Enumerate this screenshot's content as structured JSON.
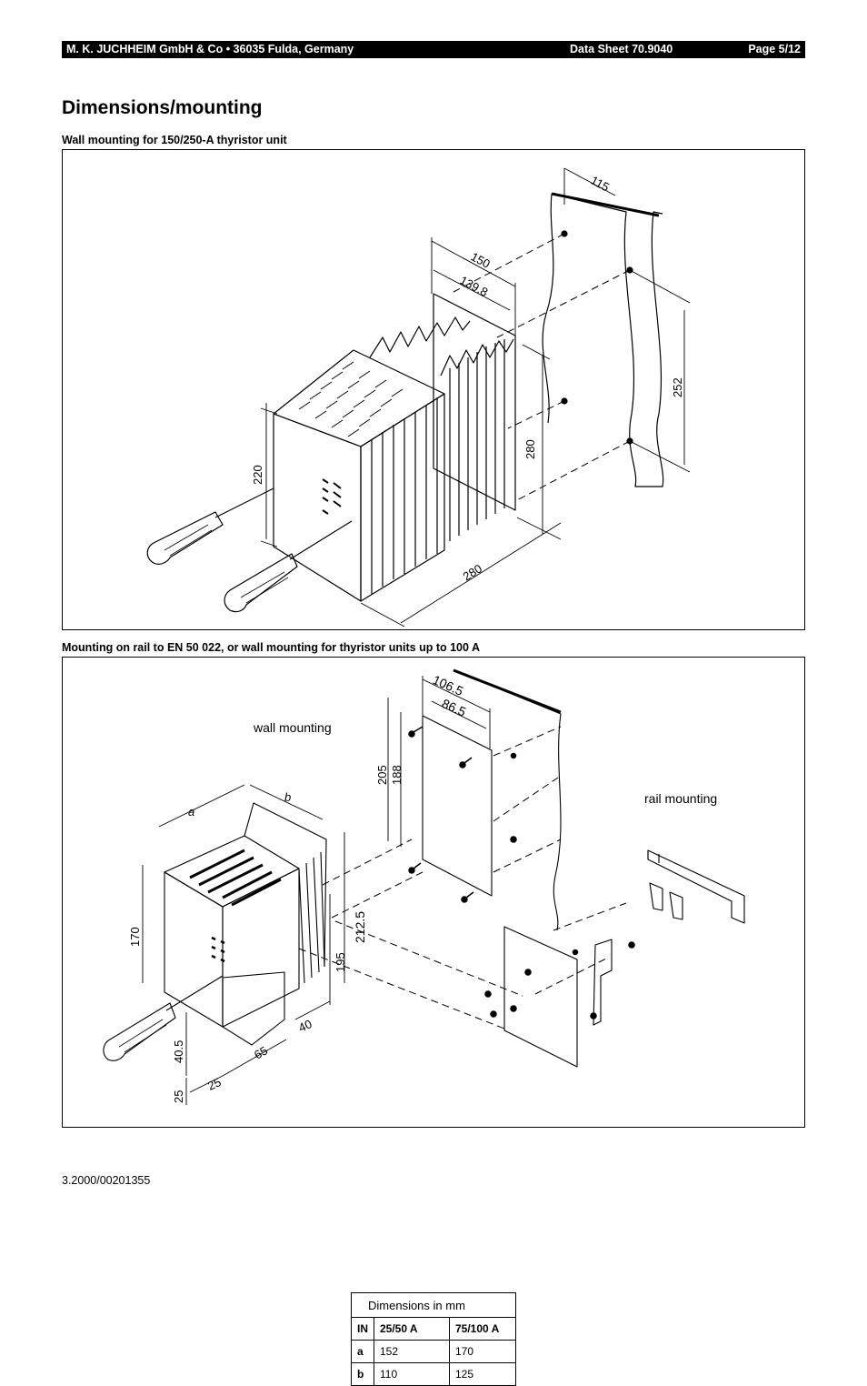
{
  "header": {
    "company": "M. K. JUCHHEIM GmbH & Co • 36035 Fulda, Germany",
    "datasheet": "Data Sheet 70.9040",
    "page": "Page 5/12"
  },
  "title": "Dimensions/mounting",
  "figure1": {
    "caption": "Wall mounting for 150/250-A thyristor unit",
    "dims": {
      "d115": "115",
      "d150": "150",
      "d139": "139.8",
      "d252": "252",
      "d280v": "280",
      "d220": "220",
      "d280b": "280"
    }
  },
  "figure2": {
    "caption": "Mounting on rail to EN 50 022, or wall mounting for thyristor units up to 100 A",
    "labels": {
      "wall": "wall mounting",
      "rail": "rail mounting"
    },
    "dims": {
      "d106": "106.5",
      "d86": "86.5",
      "d205": "205",
      "d188": "188",
      "a": "a",
      "b": "b",
      "d170": "170",
      "d212": "212.5",
      "d195": "195",
      "d40": "40",
      "d65": "65",
      "d40b": "40.5",
      "d25a": "25",
      "d25b": "25"
    },
    "table": {
      "caption": "Dimensions in mm",
      "header": [
        "IN",
        "25/50 A",
        "75/100 A"
      ],
      "rows": [
        [
          "a",
          "152",
          "170"
        ],
        [
          "b",
          "110",
          "125"
        ]
      ]
    }
  },
  "footer": {
    "code": "3.2000/00201355"
  }
}
